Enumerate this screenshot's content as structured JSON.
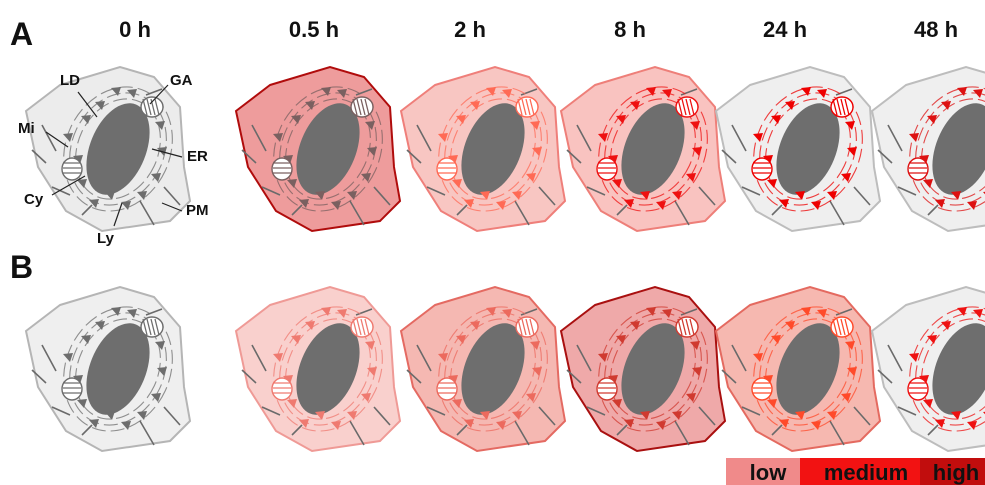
{
  "panels": [
    {
      "letter": "A",
      "cells": [
        {
          "fill": "#ececec",
          "stroke": "#b5b5b5",
          "organelle": "#6d6d6d"
        },
        {
          "fill": "#ee9c9c",
          "stroke": "#b00c0c",
          "organelle": "#7a6060"
        },
        {
          "fill": "#f8c6c2",
          "stroke": "#ef7f7a",
          "organelle": "#ff6a55"
        },
        {
          "fill": "#f9c3c0",
          "stroke": "#ee7f79",
          "organelle": "#ee1111"
        },
        {
          "fill": "#efefef",
          "stroke": "#bdbdbd",
          "organelle": "#ee0000"
        },
        {
          "fill": "#efefef",
          "stroke": "#bdbdbd",
          "organelle": "#dd1111"
        }
      ]
    },
    {
      "letter": "B",
      "cells": [
        {
          "fill": "#efefef",
          "stroke": "#b5b5b5",
          "organelle": "#6d6d6d"
        },
        {
          "fill": "#f9d0cd",
          "stroke": "#ef9a96",
          "organelle": "#ef7a70"
        },
        {
          "fill": "#f5b8b2",
          "stroke": "#e46a62",
          "organelle": "#ec6a5e"
        },
        {
          "fill": "#efa9a9",
          "stroke": "#a91010",
          "organelle": "#d03a30"
        },
        {
          "fill": "#f6b8b0",
          "stroke": "#e46a60",
          "organelle": "#ff4a2a"
        },
        {
          "fill": "#efefef",
          "stroke": "#bdbdbd",
          "organelle": "#ee1111"
        }
      ]
    }
  ],
  "timepoints": [
    "0 h",
    "0.5 h",
    "2 h",
    "8 h",
    "24 h",
    "48 h"
  ],
  "organelle_labels": {
    "ld": "LD",
    "ga": "GA",
    "mi": "Mi",
    "er": "ER",
    "cy": "Cy",
    "pm": "PM",
    "ly": "Ly"
  },
  "legend": [
    {
      "label": "low",
      "color": "#f08a8a"
    },
    {
      "label": "medium",
      "color": "#f21212"
    },
    {
      "label": "high",
      "color": "#c10d0d"
    }
  ],
  "colors": {
    "nucleus": "#6e6e6e",
    "label_text": "#111111"
  }
}
